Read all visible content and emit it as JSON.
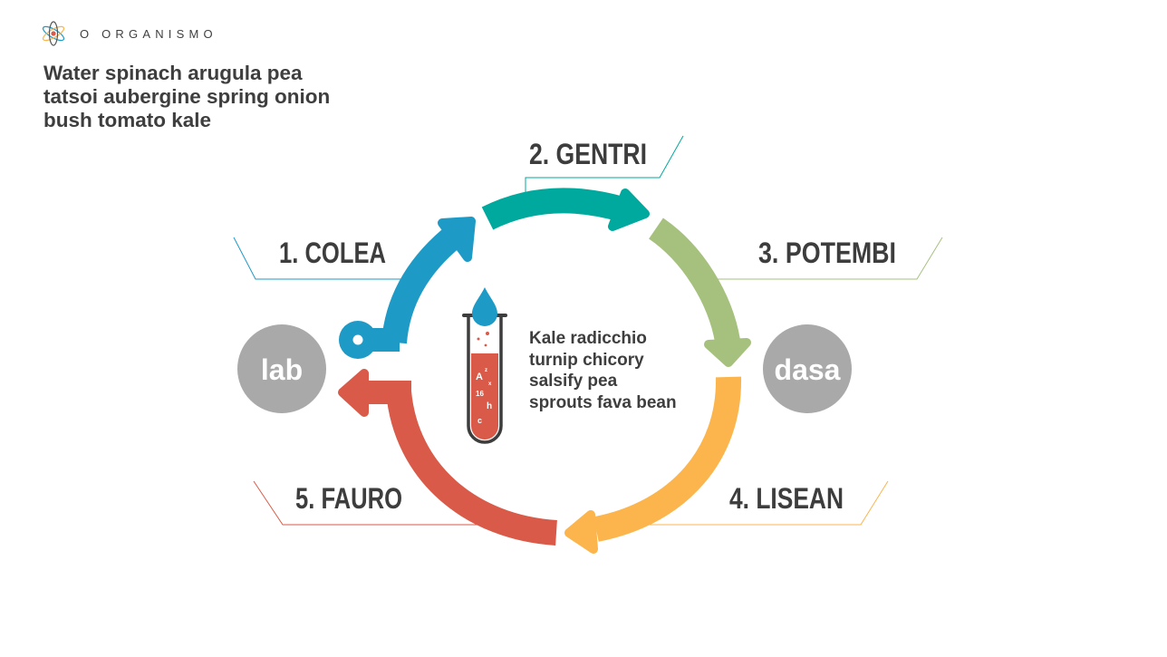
{
  "header": {
    "logo_icon": "atom-icon",
    "brand": "O ORGANISMO"
  },
  "headline": "Water spinach arugula pea tatsoi aubergine spring onion bush tomato kale",
  "cycle": {
    "steps": [
      {
        "label": "1. COLEA",
        "color": "#1e9ac6"
      },
      {
        "label": "2. GENTRI",
        "color": "#00a99d"
      },
      {
        "label": "3. POTEMBI",
        "color": "#a5c17d"
      },
      {
        "label": "4. LISEAN",
        "color": "#fbb54c"
      },
      {
        "label": "5. FAURO",
        "color": "#d95a48"
      }
    ],
    "nodes": {
      "left": "lab",
      "right": "dasa",
      "node_color": "#a9a9a9"
    },
    "center_text": "Kale radicchio turnip chicory salsify pea sprouts fava bean",
    "tube": {
      "icon": "test-tube-icon",
      "labels": [
        "A",
        "z",
        "x",
        "16",
        "h",
        "c"
      ],
      "liquid_color": "#d95a48",
      "drop_color": "#1e9ac6"
    }
  }
}
